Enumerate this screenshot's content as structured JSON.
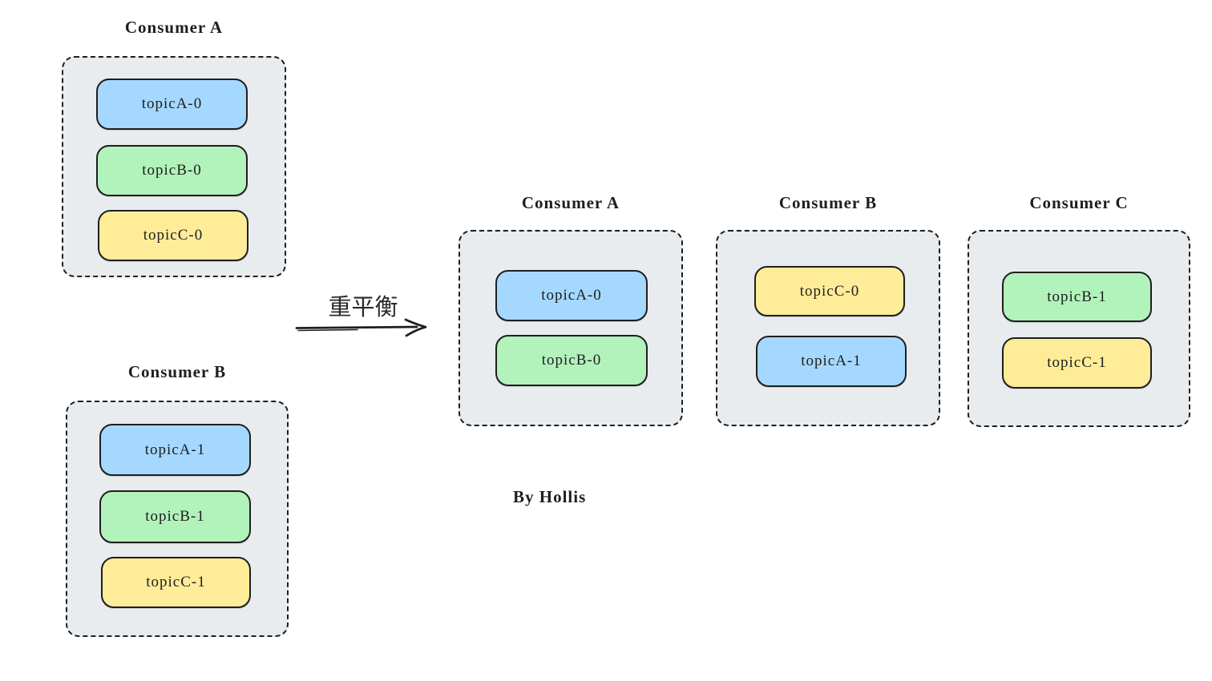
{
  "diagram": {
    "arrow_label": "重平衡",
    "credit": "By Hollis",
    "colors": {
      "partition_blue": "#a5d8ff",
      "partition_green": "#b2f2bb",
      "partition_yellow": "#ffec99",
      "group_fill": "#e9ecef",
      "stroke": "#1e1e1e"
    },
    "before": [
      {
        "title": "Consumer A",
        "partitions": [
          {
            "label": "topicA-0",
            "color": "blue"
          },
          {
            "label": "topicB-0",
            "color": "green"
          },
          {
            "label": "topicC-0",
            "color": "yellow"
          }
        ]
      },
      {
        "title": "Consumer B",
        "partitions": [
          {
            "label": "topicA-1",
            "color": "blue"
          },
          {
            "label": "topicB-1",
            "color": "green"
          },
          {
            "label": "topicC-1",
            "color": "yellow"
          }
        ]
      }
    ],
    "after": [
      {
        "title": "Consumer A",
        "partitions": [
          {
            "label": "topicA-0",
            "color": "blue"
          },
          {
            "label": "topicB-0",
            "color": "green"
          }
        ]
      },
      {
        "title": "Consumer B",
        "partitions": [
          {
            "label": "topicC-0",
            "color": "yellow"
          },
          {
            "label": "topicA-1",
            "color": "blue"
          }
        ]
      },
      {
        "title": "Consumer C",
        "partitions": [
          {
            "label": "topicB-1",
            "color": "green"
          },
          {
            "label": "topicC-1",
            "color": "yellow"
          }
        ]
      }
    ]
  }
}
